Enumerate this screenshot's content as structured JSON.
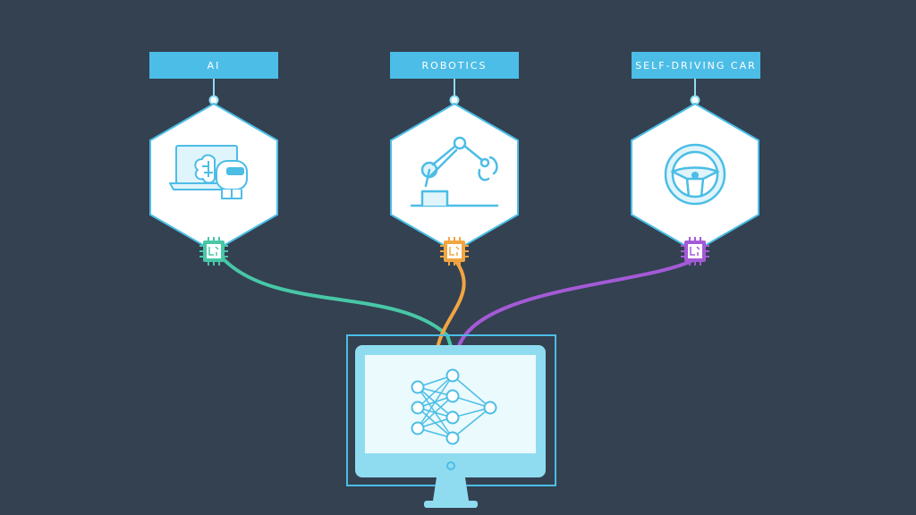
{
  "nodes": [
    {
      "label": "AI",
      "icon": "laptop-robot-brain-icon",
      "chip_color": "#48c7a7"
    },
    {
      "label": "ROBOTICS",
      "icon": "robotic-arm-icon",
      "chip_color": "#f2a541"
    },
    {
      "label": "SELF-DRIVING CAR",
      "icon": "steering-wheel-icon",
      "chip_color": "#a45ad6"
    }
  ],
  "hub": {
    "icon": "neural-network-icon",
    "device": "monitor"
  },
  "colors": {
    "background": "#334151",
    "accent": "#4cbde6",
    "outline": "#8fdcf0",
    "node_fill": "#ffffff",
    "screen_fill": "#eafafd"
  }
}
